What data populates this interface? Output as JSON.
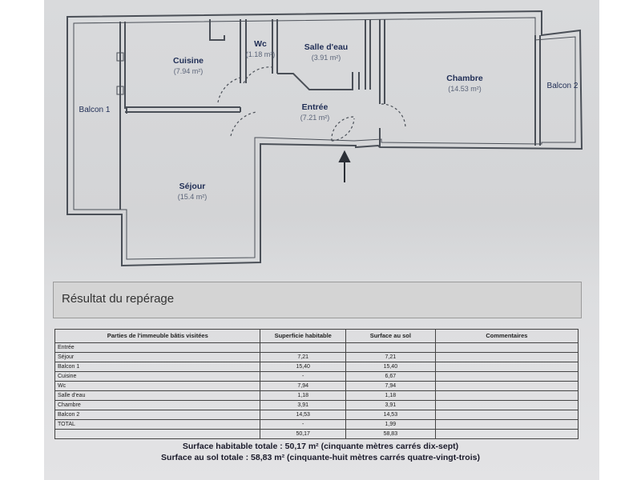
{
  "plan": {
    "rooms": [
      {
        "name": "Balcon 1",
        "area": ""
      },
      {
        "name": "Cuisine",
        "area": "(7.94 m²)"
      },
      {
        "name": "Wc",
        "area": "(1.18 m²)"
      },
      {
        "name": "Salle d'eau",
        "area": "(3.91 m²)"
      },
      {
        "name": "Chambre",
        "area": "(14.53 m²)"
      },
      {
        "name": "Balcon 2",
        "area": ""
      },
      {
        "name": "Entrée",
        "area": "(7.21 m²)"
      },
      {
        "name": "Séjour",
        "area": "(15.4 m²)"
      }
    ]
  },
  "result": {
    "title": "Résultat du repérage",
    "headers": [
      "Parties de l'immeuble bâtis visitées",
      "Superficie habitable",
      "Surface au sol",
      "Commentaires"
    ],
    "rows": [
      [
        "Entrée",
        "",
        "",
        ""
      ],
      [
        "Séjour",
        "7,21",
        "7,21",
        ""
      ],
      [
        "Balcon 1",
        "15,40",
        "15,40",
        ""
      ],
      [
        "Cuisine",
        "-",
        "6,67",
        ""
      ],
      [
        "Wc",
        "7,94",
        "7,94",
        ""
      ],
      [
        "Salle d'eau",
        "1,18",
        "1,18",
        ""
      ],
      [
        "Chambre",
        "3,91",
        "3,91",
        ""
      ],
      [
        "Balcon 2",
        "14,53",
        "14,53",
        ""
      ],
      [
        "TOTAL",
        "-",
        "1,99",
        ""
      ],
      [
        "",
        "50,17",
        "58,83",
        ""
      ]
    ]
  },
  "summary": {
    "habitable": "Surface habitable totale : 50,17 m² (cinquante mètres carrés dix-sept)",
    "sol": "Surface au sol totale : 58,83 m² (cinquante-huit mètres carrés quatre-vingt-trois)"
  }
}
